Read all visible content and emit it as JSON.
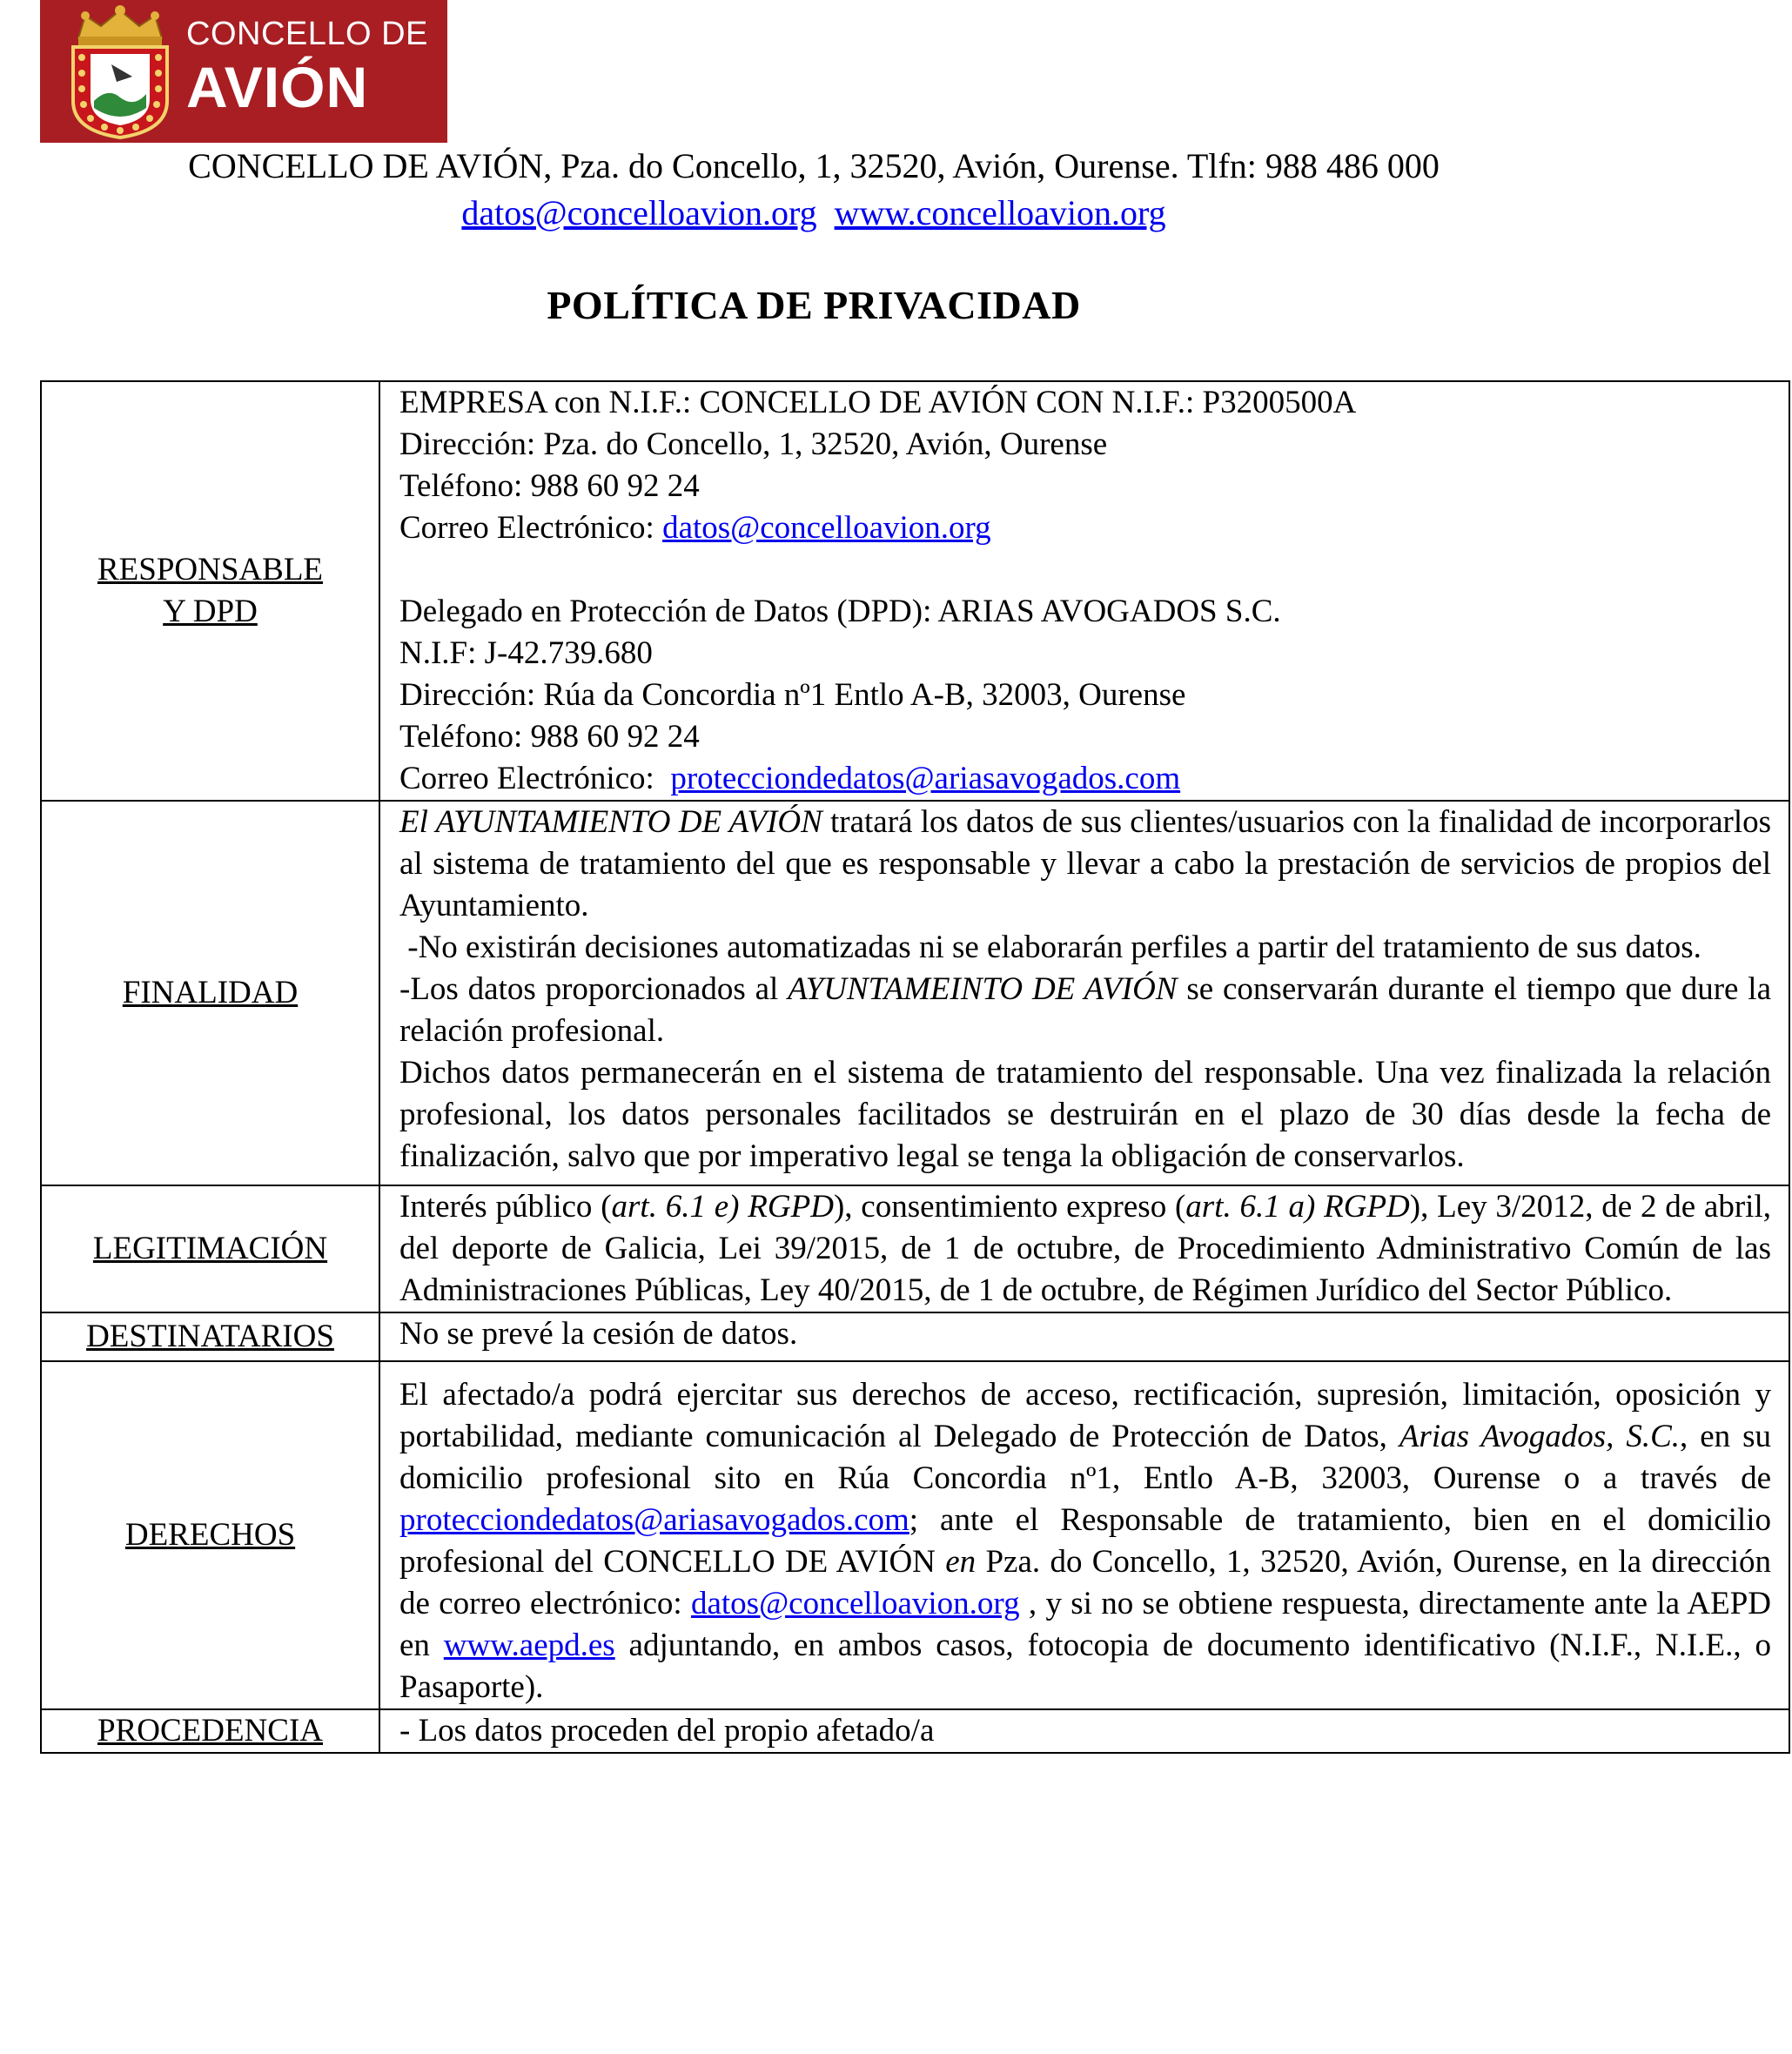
{
  "logo": {
    "line1": "CONCELLO DE",
    "line2": "AVIÓN",
    "colors": {
      "background": "#a81e22",
      "shield": "#c8161d",
      "crown": "#e2b23a"
    }
  },
  "header": {
    "address": "CONCELLO DE AVIÓN, Pza. do Concello, 1, 32520, Avión, Ourense. Tlfn: 988 486 000",
    "email": "datos@concelloavion.org",
    "website": "www.concelloavion.org"
  },
  "title": "POLÍTICA DE PRIVACIDAD",
  "table": {
    "responsable": {
      "label_line1": "RESPONSABLE",
      "label_line2": "Y DPD",
      "empresa": "EMPRESA con N.I.F.: CONCELLO DE AVIÓN CON N.I.F.: P3200500A",
      "direccion": "Dirección: Pza. do Concello, 1, 32520, Avión, Ourense",
      "telefono": "Teléfono: 988 60 92 24",
      "correo_label": "Correo Electrónico: ",
      "correo": "datos@concelloavion.org",
      "dpd": "Delegado en Protección de Datos (DPD): ARIAS AVOGADOS S.C.",
      "dpd_nif": "N.I.F: J-42.739.680",
      "dpd_direccion": "Dirección: Rúa da Concordia nº1 Entlo A-B, 32003, Ourense",
      "dpd_telefono": "Teléfono: 988 60 92 24",
      "dpd_correo_label": "Correo Electrónico:  ",
      "dpd_correo": "protecciondedatos@ariasavogados.com"
    },
    "finalidad": {
      "label": "FINALIDAD",
      "p1_italic": "El AYUNTAMIENTO DE AVIÓN",
      "p1_text": " tratará los datos de sus clientes/usuarios con la finalidad de incorporarlos al sistema de tratamiento del que es responsable y llevar a cabo la prestación de servicios de propios del Ayuntamiento.",
      "p2": " -No existirán decisiones automatizadas ni se elaborarán perfiles a partir del tratamiento de sus datos.",
      "p3_a": "-Los datos proporcionados al ",
      "p3_italic": "AYUNTAMEINTO DE AVIÓN",
      "p3_b": " se conservarán durante el tiempo que dure la relación profesional.",
      "p4": "Dichos datos permanecerán en el sistema de tratamiento del responsable. Una vez finalizada la relación profesional, los datos personales facilitados se destruirán en el plazo de 30 días desde la fecha de finalización, salvo que por imperativo legal se tenga la obligación de conservarlos."
    },
    "legitimacion": {
      "label": "LEGITIMACIÓN",
      "t1": "Interés público (",
      "i1": "art. 6.1 e) RGPD",
      "t2": "), consentimiento expreso (",
      "i2": "art. 6.1 a) RGPD",
      "t3": "),  Ley 3/2012, de 2 de abril, del deporte de Galicia, Lei 39/2015, de 1 de octubre, de Procedimiento Administrativo Común de las Administraciones Públicas, Ley 40/2015, de 1 de octubre, de Régimen Jurídico del Sector Público."
    },
    "destinatarios": {
      "label": "DESTINATARIOS",
      "text": "No se prevé la cesión de datos."
    },
    "derechos": {
      "label": "DERECHOS",
      "t1": "El afectado/a podrá ejercitar sus derechos de acceso, rectificación, supresión, limitación, oposición y portabilidad, mediante comunicación al Delegado de Protección de Datos, ",
      "i1": "Arias Avogados, S.C.",
      "t2": ", en su domicilio profesional sito en Rúa Concordia nº1, Entlo A-B, 32003, Ourense o a través de ",
      "link1": "protecciondedatos@ariasavogados.com",
      "t3": "; ante el Responsable de tratamiento, bien en el domicilio profesional del CONCELLO DE AVIÓN ",
      "i2": "en",
      "t4": " Pza. do Concello, 1, 32520, Avión, Ourense,  en la dirección de correo electrónico: ",
      "link2": "datos@concelloavion.org",
      "t5": " , y si no se obtiene respuesta, directamente ante la AEPD en ",
      "link3": "www.aepd.es",
      "t6": " adjuntando, en ambos casos, fotocopia de documento identificativo (N.I.F., N.I.E., o Pasaporte)."
    },
    "procedencia": {
      "label": "PROCEDENCIA",
      "text": "- Los datos proceden del propio afetado/a"
    }
  }
}
